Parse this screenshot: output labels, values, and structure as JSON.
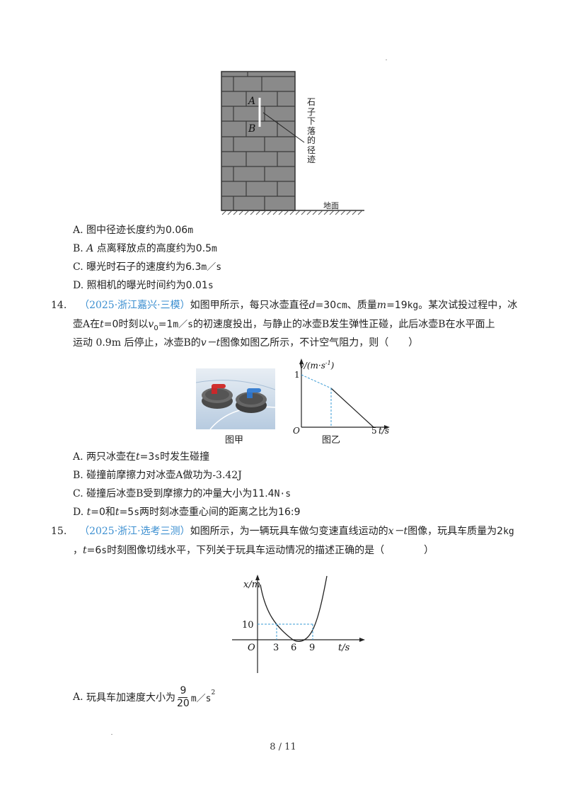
{
  "figure_wall": {
    "label_a": "A",
    "label_b": "B",
    "trace_label": "石子下落的径迹",
    "ground_label": "地面"
  },
  "q13_options": {
    "a": {
      "letter": "A.",
      "text": "图中径迹长度约为",
      "value": "0.06",
      "unit": "m"
    },
    "b": {
      "letter": "B.",
      "var": "A",
      "text": "点离释放点的高度约为",
      "value": "0.5",
      "unit": "m"
    },
    "c": {
      "letter": "C.",
      "text": "曝光时石子的速度约为",
      "value": "6.3",
      "unit": "m／s"
    },
    "d": {
      "letter": "D.",
      "text": "照相机的曝光时间约为",
      "value": "0.01",
      "unit": "s"
    }
  },
  "q14": {
    "number": "14.",
    "source": "（2025·浙江嘉兴·三模）",
    "line1": {
      "t1": "如图甲所示，每只冰壶直径",
      "d_var": "d",
      "d_val": "=30",
      "d_unit": "cm",
      "t2": "、质量",
      "m_var": "m",
      "m_val": "=19",
      "m_unit": "kg",
      "t3": "。某次试投过程中，冰"
    },
    "line2": {
      "t1": "壶A在",
      "t_var": "t",
      "t_val": "=0",
      "t2": "时刻以",
      "v_var": "v",
      "v_sub": "0",
      "v_val": "=1",
      "v_unit": "m／s",
      "t3": "的初速度投出，与静止的冰壶B发生弹性正碰，此后冰壶B在水平面上"
    },
    "line3": {
      "t1": "运动 0.9m 后停止，冰壶B的",
      "vt": "v－t",
      "t2": "图像如图乙所示，不计空气阻力，则（　　）"
    },
    "fig_a_caption": "图甲",
    "fig_b_caption": "图乙",
    "graph": {
      "ylabel": "v/(m·s",
      "ylabel_exp": "-1",
      "ylabel_end": ")",
      "y_tick": "1",
      "origin": "O",
      "x_tick": "5",
      "xlabel": "t/s"
    },
    "options": {
      "a": {
        "letter": "A.",
        "t1": "两只冰壶在",
        "var": "t",
        "val": "=3",
        "unit": "s",
        "t2": "时发生碰撞"
      },
      "b": {
        "letter": "B.",
        "text": "碰撞前摩擦力对冰壶A做功为-3.42J"
      },
      "c": {
        "letter": "C.",
        "text": "碰撞后冰壶B受到摩擦力的冲量大小为",
        "value": "11.4",
        "unit": "N·s"
      },
      "d": {
        "letter": "D.",
        "var1": "t",
        "val1": "=0",
        "t1": "和",
        "var2": "t",
        "val2": "=5",
        "unit": "s",
        "t2": "两时刻冰壶重心间的距离之比为",
        "ratio": "16:9"
      }
    }
  },
  "q15": {
    "number": "15.",
    "source": "（2025·浙江·选考三测）",
    "line1": {
      "t1": "如图所示，为一辆玩具车做匀变速直线运动的",
      "xt": "x－t",
      "t2": "图像，玩具车质量为",
      "m_val": "2",
      "m_unit": "kg"
    },
    "line2": {
      "t1": "，",
      "t_var": "t",
      "t_val": "=6",
      "t_unit": "s",
      "t2": "时刻图像切线水平，下列关于玩具车运动情况的描述正确的是（　　　　）"
    },
    "graph": {
      "ylabel": "x/m",
      "y_tick": "10",
      "origin": "O",
      "x_ticks": [
        "3",
        "6",
        "9"
      ],
      "xlabel": "t/s"
    },
    "option_a": {
      "letter": "A.",
      "text": "玩具车加速度大小为",
      "num": "9",
      "den": "20",
      "unit": "m／s",
      "exp": "2"
    }
  },
  "page": {
    "number": "8 / 11"
  }
}
